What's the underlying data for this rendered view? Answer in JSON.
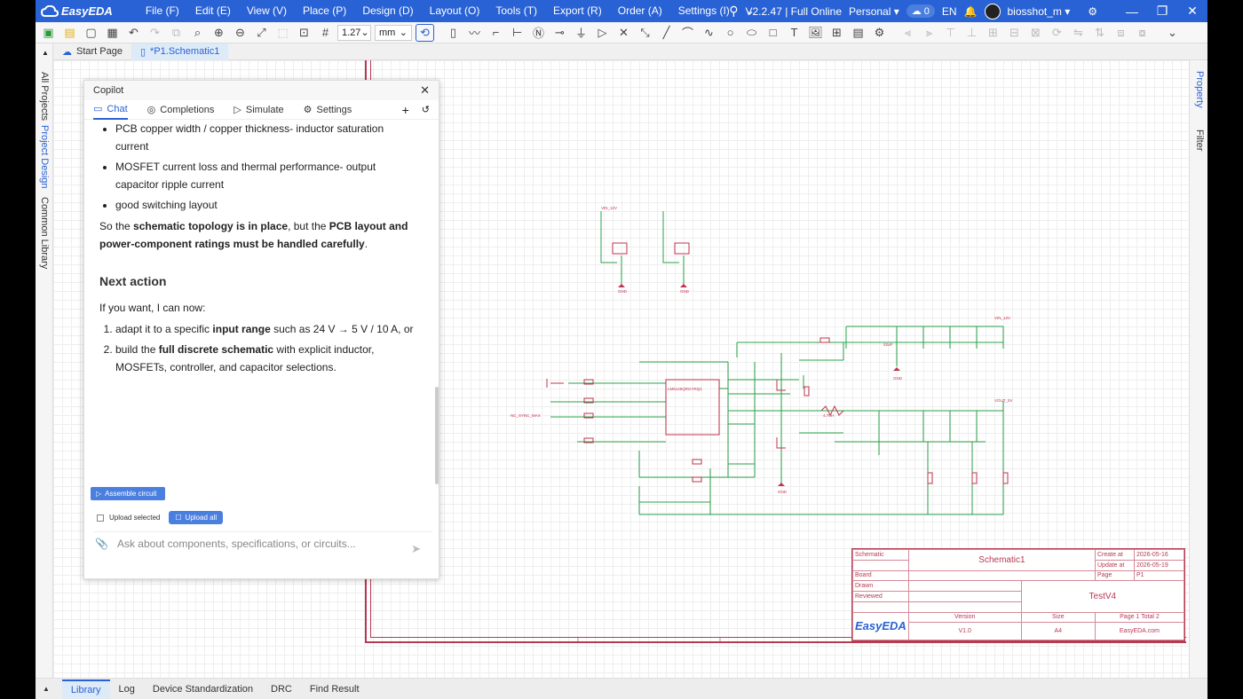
{
  "app": {
    "logo": "EasyEDA",
    "version": "V2.2.47 | Full Online",
    "plan": "Personal",
    "cloud_count": "0",
    "lang": "EN",
    "user": "biosshot_m"
  },
  "menu": [
    "File (F)",
    "Edit (E)",
    "View (V)",
    "Place (P)",
    "Design (D)",
    "Layout (O)",
    "Tools (T)",
    "Export (R)",
    "Order (A)",
    "Settings (I)"
  ],
  "toolbar": {
    "grid": "1.27",
    "unit": "mm"
  },
  "tabs": [
    {
      "label": "Start Page"
    },
    {
      "label": "*P1.Schematic1"
    }
  ],
  "left_rail": [
    "All Projects",
    "Project Design",
    "Common Library"
  ],
  "right_rail": [
    "Property",
    "Filter"
  ],
  "copilot": {
    "title": "Copilot",
    "tabs": [
      "Chat",
      "Completions",
      "Simulate",
      "Settings"
    ],
    "bullets": [
      "PCB copper width / copper thickness- inductor saturation current",
      "MOSFET current loss and thermal performance- output capacitor ripple current",
      "good switching layout"
    ],
    "summary": {
      "a": "So the ",
      "b": "schematic topology is in place",
      "c": ", but the ",
      "d": "PCB layout and power-component ratings must be handled carefully",
      "e": "."
    },
    "next_heading": "Next action",
    "intro": "If you want, I can now:",
    "steps": [
      {
        "a": "adapt it to a specific ",
        "b": "input range",
        "c": " such as 24 V → 5 V / 10 A, or"
      },
      {
        "a": "build the ",
        "b": "full discrete schematic",
        "c": " with explicit inductor, MOSFETs, controller, and capacitor selections."
      }
    ],
    "assemble": "Assemble circuit",
    "upload_selected": "Upload selected",
    "upload_all": "Upload all",
    "input_placeholder": "Ask about components, specifications, or circuits..."
  },
  "title_block": {
    "schematic_label": "Schematic",
    "schematic_name": "Schematic1",
    "create_label": "Create at",
    "create_date": "2026-05-16",
    "update_label": "Update at",
    "update_date": "2026-05-19",
    "board_label": "Board",
    "page_label": "Page",
    "page_value": "P1",
    "drawn_label": "Drawn",
    "reviewed_label": "Reviewed",
    "project": "TestV4",
    "version_label": "Version",
    "version": "V1.0",
    "size_label": "Size",
    "size": "A4",
    "page_total": "Page  1  Total  2",
    "site": "EasyEDA.com",
    "logo": "EasyEDA"
  },
  "schematic_labels": {
    "u1": "LM5146QRGYRQ1",
    "vin_12v": "VIN_12V",
    "vout": "VOUT_5V",
    "gnd": "GND",
    "sync": "NC_SYNC_MAX",
    "l1": "4.7uH",
    "cap": "22uF"
  },
  "bottom_tabs": [
    "Library",
    "Log",
    "Device Standardization",
    "DRC",
    "Find Result"
  ]
}
